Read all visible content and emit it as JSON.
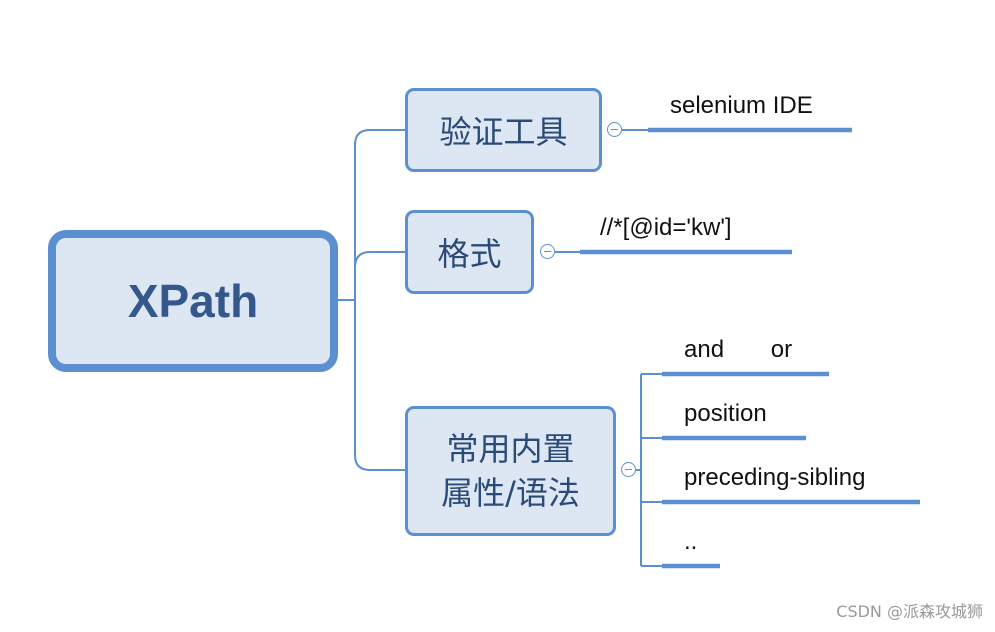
{
  "root": {
    "label": "XPath"
  },
  "branches": [
    {
      "label": "验证工具",
      "leaves": [
        "selenium IDE"
      ]
    },
    {
      "label": "格式",
      "leaves": [
        "//*[@id='kw']"
      ]
    },
    {
      "label_lines": [
        "常用内置",
        "属性/语法"
      ],
      "leaves": [
        "and       or",
        "position",
        "preceding-sibling",
        ".."
      ]
    }
  ],
  "watermark": "CSDN @派森攻城狮",
  "colors": {
    "accent": "#5b8fcf",
    "node_fill": "#dde7f3",
    "node_text": "#2a4a78"
  }
}
